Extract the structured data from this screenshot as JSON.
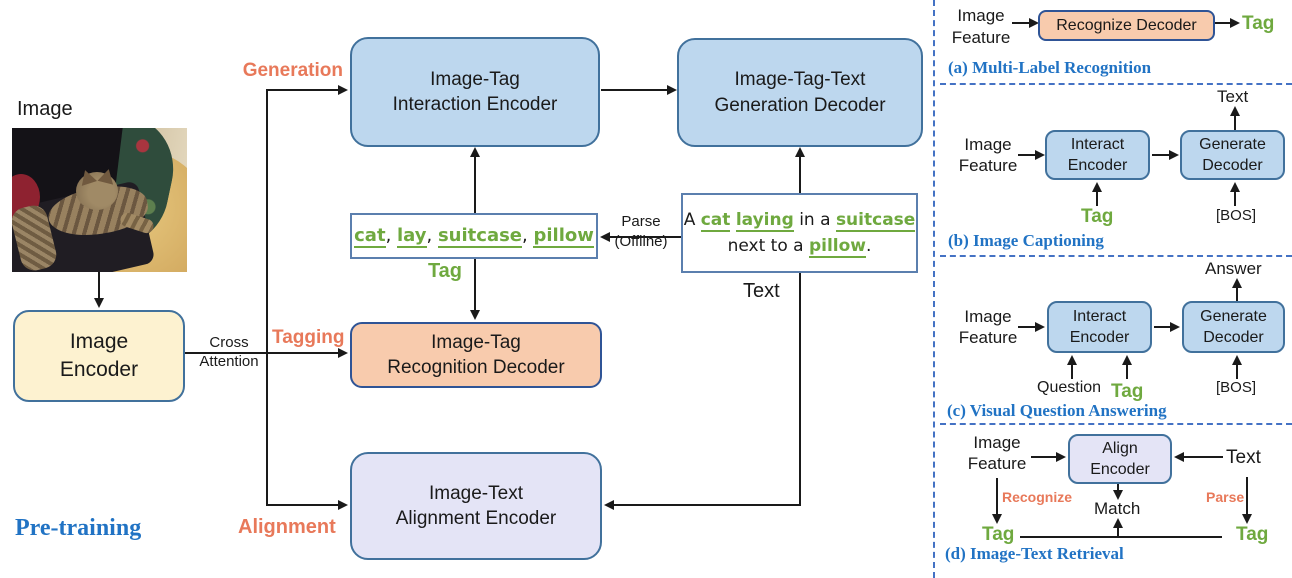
{
  "colors": {
    "accent_orange": "#E8795A",
    "green": "#6FA93F",
    "blue_caption": "#2173C4",
    "box_blue": "#BDD7EE",
    "box_orange": "#F8CBAD",
    "box_cream": "#FDF2D0",
    "box_lavender": "#E4E4F6",
    "border": "#41719C",
    "border_dark": "#2F5496",
    "dashed": "#4472C4"
  },
  "main": {
    "image_label": "Image",
    "pretraining_label": "Pre-training",
    "generation_label": "Generation",
    "tagging_label": "Tagging",
    "alignment_label": "Alignment",
    "cross_attention_line1": "Cross",
    "cross_attention_line2": "Attention",
    "image_encoder_line1": "Image",
    "image_encoder_line2": "Encoder",
    "interaction_encoder_line1": "Image-Tag",
    "interaction_encoder_line2": "Interaction Encoder",
    "generation_decoder_line1": "Image-Tag-Text",
    "generation_decoder_line2": "Generation Decoder",
    "recognition_decoder_line1": "Image-Tag",
    "recognition_decoder_line2": "Recognition Decoder",
    "alignment_encoder_line1": "Image-Text",
    "alignment_encoder_line2": "Alignment Encoder",
    "tag_box": {
      "tag1": "cat",
      "tag2": "lay",
      "tag3": "suitcase",
      "tag4": "pillow",
      "separator": ", ",
      "label": "Tag"
    },
    "text_box": {
      "w_a": "A ",
      "w_cat": "cat",
      "w_space": " ",
      "w_laying": "laying",
      "w_in_a": " in a ",
      "w_suitcase": "suitcase",
      "w_next": "next to a ",
      "w_pillow": "pillow",
      "w_period": ".",
      "label": "Text"
    },
    "parse_line1": "Parse",
    "parse_line2": "(Offline)"
  },
  "panel_a": {
    "image_feature_line1": "Image",
    "image_feature_line2": "Feature",
    "decoder": "Recognize Decoder",
    "tag": "Tag",
    "caption": "(a) Multi-Label Recognition"
  },
  "panel_b": {
    "text": "Text",
    "image_feature_line1": "Image",
    "image_feature_line2": "Feature",
    "interact_line1": "Interact",
    "interact_line2": "Encoder",
    "generate_line1": "Generate",
    "generate_line2": "Decoder",
    "tag": "Tag",
    "bos": "[BOS]",
    "caption": "(b) Image Captioning"
  },
  "panel_c": {
    "answer": "Answer",
    "image_feature_line1": "Image",
    "image_feature_line2": "Feature",
    "interact_line1": "Interact",
    "interact_line2": "Encoder",
    "generate_line1": "Generate",
    "generate_line2": "Decoder",
    "question": "Question",
    "tag": "Tag",
    "bos": "[BOS]",
    "caption": "(c) Visual Question Answering"
  },
  "panel_d": {
    "image_feature_line1": "Image",
    "image_feature_line2": "Feature",
    "align_line1": "Align",
    "align_line2": "Encoder",
    "text": "Text",
    "match": "Match",
    "recognize": "Recognize",
    "parse": "Parse",
    "tag_left": "Tag",
    "tag_right": "Tag",
    "caption": "(d) Image-Text Retrieval"
  }
}
